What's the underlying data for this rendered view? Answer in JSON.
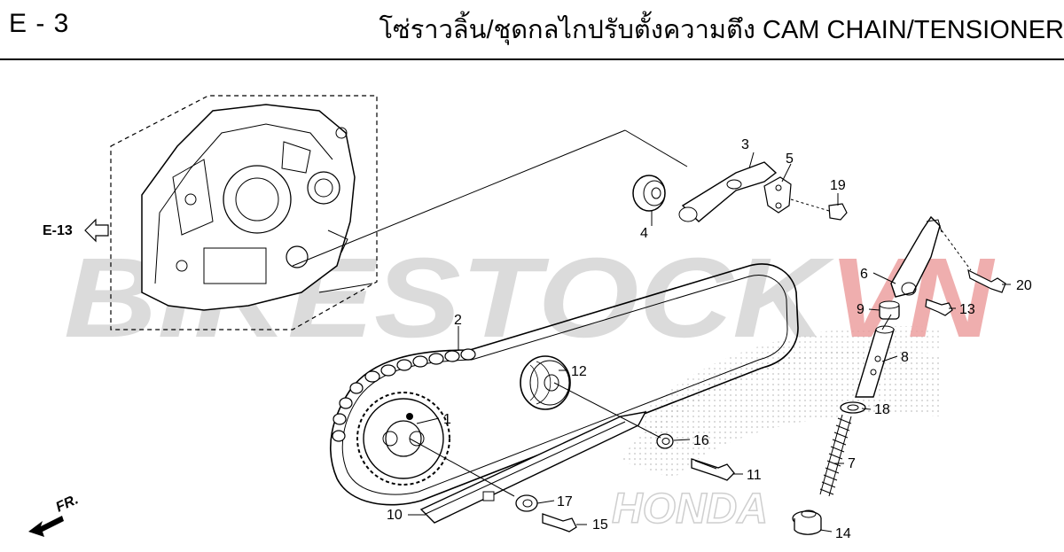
{
  "header": {
    "page_code": "E - 3",
    "title": "โซ่ราวลิ้น/ชุดกลไกปรับตั้งความตึง  CAM CHAIN/TENSIONER"
  },
  "reference": {
    "label": "E-13"
  },
  "direction": {
    "label": "FR."
  },
  "watermark": {
    "text_gray": "BIKESTOCK",
    "text_red": "VN",
    "brand": "HONDA",
    "color_gray": "#c8c8c8",
    "color_red": "#e8a0a0"
  },
  "parts": [
    {
      "no": "1"
    },
    {
      "no": "2"
    },
    {
      "no": "3"
    },
    {
      "no": "4"
    },
    {
      "no": "5"
    },
    {
      "no": "6"
    },
    {
      "no": "7"
    },
    {
      "no": "8"
    },
    {
      "no": "9"
    },
    {
      "no": "10"
    },
    {
      "no": "11"
    },
    {
      "no": "12"
    },
    {
      "no": "13"
    },
    {
      "no": "14"
    },
    {
      "no": "15"
    },
    {
      "no": "16"
    },
    {
      "no": "17"
    },
    {
      "no": "18"
    },
    {
      "no": "19"
    },
    {
      "no": "20"
    }
  ]
}
